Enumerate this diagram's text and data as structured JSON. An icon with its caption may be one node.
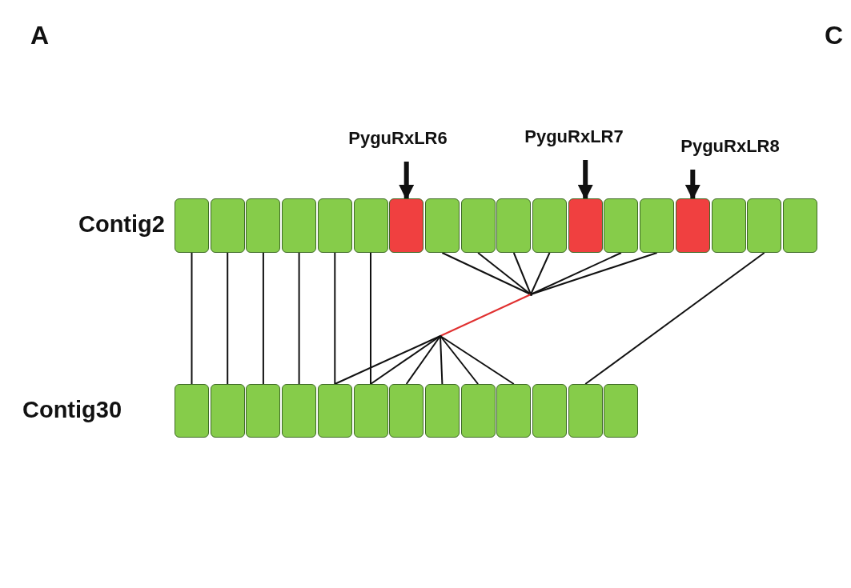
{
  "diagram": {
    "nodes": [
      {
        "text": [
          "PyguRxLR6"
        ]
      },
      {
        "text": [
          "PyguRxLR7"
        ]
      },
      {
        "text": [
          "PyguRxLR8"
        ]
      },
      {
        "text": [],
        "shape": "box"
      },
      {
        "text": [],
        "shape": "box"
      },
      {
        "text": [],
        "shape": "box"
      },
      {
        "text": [],
        "shape": "box"
      },
      {
        "text": [],
        "shape": "box"
      },
      {
        "text": [],
        "shape": "box"
      },
      {
        "text": [],
        "shape": "box"
      },
      {
        "text": [],
        "shape": "box"
      },
      {
        "text": [],
        "shape": "box"
      },
      {
        "text": [],
        "shape": "box"
      },
      {
        "text": [],
        "shape": "box"
      },
      {
        "text": [],
        "shape": "box"
      },
      {
        "text": [],
        "shape": "box"
      },
      {
        "text": [],
        "shape": "box"
      },
      {
        "text": [],
        "shape": "box"
      },
      {
        "text": [],
        "shape": "box"
      },
      {
        "text": [],
        "shape": "box"
      },
      {
        "text": [],
        "shape": "box"
      },
      {
        "text": [],
        "shape": "dot"
      },
      {
        "text": [],
        "shape": "dot"
      },
      {
        "text": [],
        "shape": "box"
      },
      {
        "text": [],
        "shape": "box"
      },
      {
        "text": [],
        "shape": "box"
      },
      {
        "text": [],
        "shape": "box"
      },
      {
        "text": [],
        "shape": "box"
      },
      {
        "text": [],
        "shape": "box"
      },
      {
        "text": [],
        "shape": "box"
      },
      {
        "text": [],
        "shape": "box"
      },
      {
        "text": [],
        "shape": "box"
      },
      {
        "text": [],
        "shape": "box"
      },
      {
        "text": [],
        "shape": "box"
      },
      {
        "text": [],
        "shape": "box"
      },
      {
        "text": [],
        "shape": "box"
      }
    ],
    "edges": [
      {
        "from": 0,
        "to": 9,
        "arrow": "to",
        "style": "thick"
      },
      {
        "from": 1,
        "to": 14,
        "arrow": "to",
        "style": "thick"
      },
      {
        "from": 2,
        "to": 17,
        "arrow": "to",
        "style": "thick"
      },
      {
        "from": 3,
        "to": 23,
        "arrow": "none"
      },
      {
        "from": 4,
        "to": 24,
        "arrow": "none"
      },
      {
        "from": 5,
        "to": 25,
        "arrow": "none"
      },
      {
        "from": 6,
        "to": 26,
        "arrow": "none"
      },
      {
        "from": 7,
        "to": 27,
        "arrow": "none"
      },
      {
        "from": 8,
        "to": 28,
        "arrow": "none"
      },
      {
        "from": 10,
        "to": 21,
        "arrow": "none"
      },
      {
        "from": 11,
        "to": 21,
        "arrow": "none"
      },
      {
        "from": 12,
        "to": 21,
        "arrow": "none"
      },
      {
        "from": 13,
        "to": 21,
        "arrow": "none"
      },
      {
        "from": 15,
        "to": 21,
        "arrow": "none"
      },
      {
        "from": 16,
        "to": 21,
        "arrow": "none"
      },
      {
        "from": 21,
        "to": 22,
        "arrow": "none",
        "color": "#e03030"
      },
      {
        "from": 22,
        "to": 27,
        "arrow": "none"
      },
      {
        "from": 22,
        "to": 28,
        "arrow": "none"
      },
      {
        "from": 22,
        "to": 29,
        "arrow": "none"
      },
      {
        "from": 22,
        "to": 30,
        "arrow": "none"
      },
      {
        "from": 22,
        "to": 31,
        "arrow": "none"
      },
      {
        "from": 22,
        "to": 32,
        "arrow": "none"
      },
      {
        "from": 19,
        "to": 34,
        "arrow": "none"
      }
    ],
    "labels": [
      "A",
      "C",
      "Contig2",
      "Contig30"
    ]
  }
}
